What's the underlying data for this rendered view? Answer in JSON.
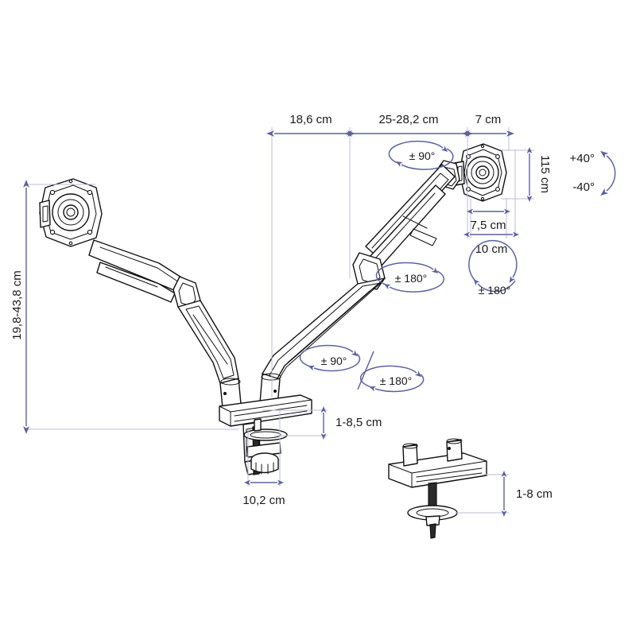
{
  "diagram": {
    "title": "Dual monitor desk mount dimension diagram",
    "background_color": "#ffffff",
    "line_color": "#111111",
    "dimension_color": "#5d62a0",
    "extension_color": "#b9bcd8"
  },
  "dimensions": {
    "height_range": "19,8-43,8 cm",
    "segment_inner": "18,6 cm",
    "segment_extend": "25-28,2 cm",
    "segment_head": "7 cm",
    "vesa_height": "115 cm",
    "vesa_width_small": "7,5 cm",
    "vesa_width_large": "10 cm",
    "clamp_thickness": "1-8,5 cm",
    "clamp_depth": "10,2 cm",
    "grommet_thickness": "1-8 cm"
  },
  "rotations": {
    "head_swivel": "± 90°",
    "elbow_rotate": "± 180°",
    "head_rotate": "± 180°",
    "base_swivel": "± 90°",
    "base_rotate": "± 180°",
    "tilt_up": "+40°",
    "tilt_down": "-40°"
  },
  "icons": {
    "rotation": "rotation-arrow-icon",
    "tilt": "tilt-arc-icon",
    "dimension": "dimension-arrow-icon"
  }
}
